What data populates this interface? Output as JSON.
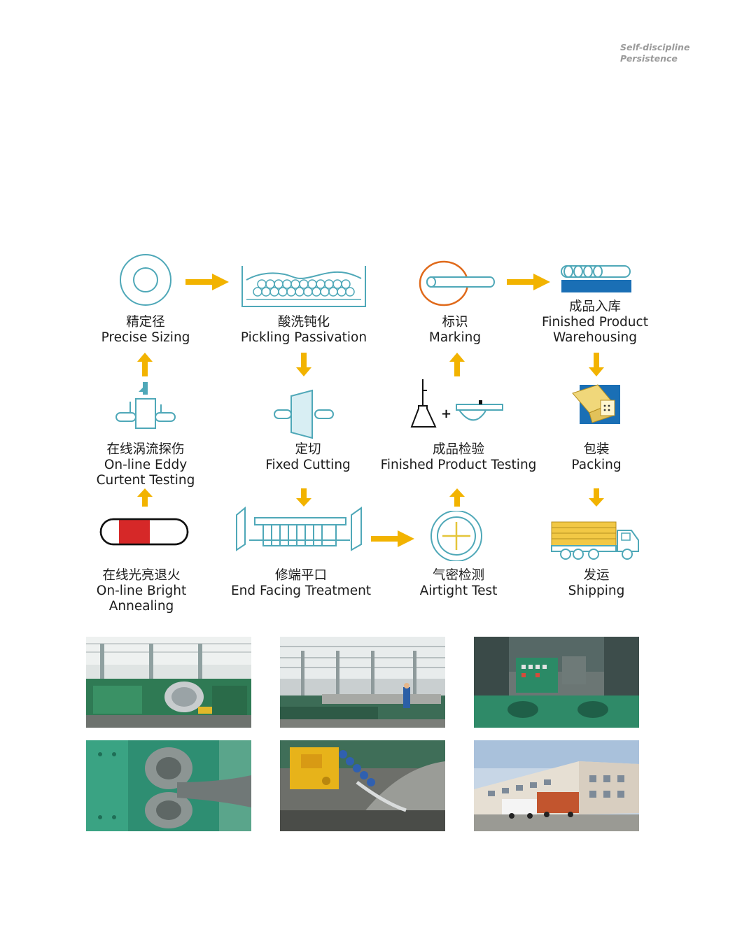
{
  "header": {
    "slogan_line1": "Self-discipline",
    "slogan_line2": "Persistence"
  },
  "colors": {
    "arrow": "#f2b300",
    "icon_stroke": "#4fa8b8",
    "accent_red": "#d62828",
    "accent_blue": "#1a6fb5",
    "accent_orange": "#e06a1b"
  },
  "steps": [
    {
      "id": "precise-sizing",
      "zh": "精定径",
      "en_lines": [
        "Precise Sizing"
      ],
      "icon": "ring-icon"
    },
    {
      "id": "pickling-passivation",
      "zh": "酸洗钝化",
      "en_lines": [
        "Pickling Passivation"
      ],
      "icon": "pickling-tank-icon"
    },
    {
      "id": "marking",
      "zh": "标识",
      "en_lines": [
        "Marking"
      ],
      "icon": "marked-tube-icon"
    },
    {
      "id": "warehousing",
      "zh": "成品入库",
      "en_lines": [
        "Finished Product",
        "Warehousing"
      ],
      "icon": "tube-rack-icon"
    },
    {
      "id": "eddy-testing",
      "zh": "在线涡流探伤",
      "en_lines": [
        "On-line Eddy",
        "Curtent Testing"
      ],
      "icon": "eddy-probe-icon"
    },
    {
      "id": "fixed-cutting",
      "zh": "定切",
      "en_lines": [
        "Fixed Cutting"
      ],
      "icon": "saw-blade-icon"
    },
    {
      "id": "product-testing",
      "zh": "成品检验",
      "en_lines": [
        "Finished Product Testing"
      ],
      "icon": "testing-tools-icon"
    },
    {
      "id": "packing",
      "zh": "包装",
      "en_lines": [
        "Packing"
      ],
      "icon": "bundle-icon"
    },
    {
      "id": "bright-annealing",
      "zh": "在线光亮退火",
      "en_lines": [
        "On-line Bright",
        "Annealing"
      ],
      "icon": "annealing-tube-icon"
    },
    {
      "id": "end-facing",
      "zh": "修端平口",
      "en_lines": [
        "End Facing Treatment"
      ],
      "icon": "facing-machine-icon"
    },
    {
      "id": "airtight-test",
      "zh": "气密检测",
      "en_lines": [
        "Airtight Test"
      ],
      "icon": "pressure-gauge-icon"
    },
    {
      "id": "shipping",
      "zh": "发运",
      "en_lines": [
        "Shipping"
      ],
      "icon": "truck-icon"
    }
  ],
  "photos": [
    {
      "name": "photo-rolling-mill"
    },
    {
      "name": "photo-factory-hall"
    },
    {
      "name": "photo-welding-line"
    },
    {
      "name": "photo-forming-rollers"
    },
    {
      "name": "photo-weld-seam"
    },
    {
      "name": "photo-factory-building"
    }
  ]
}
